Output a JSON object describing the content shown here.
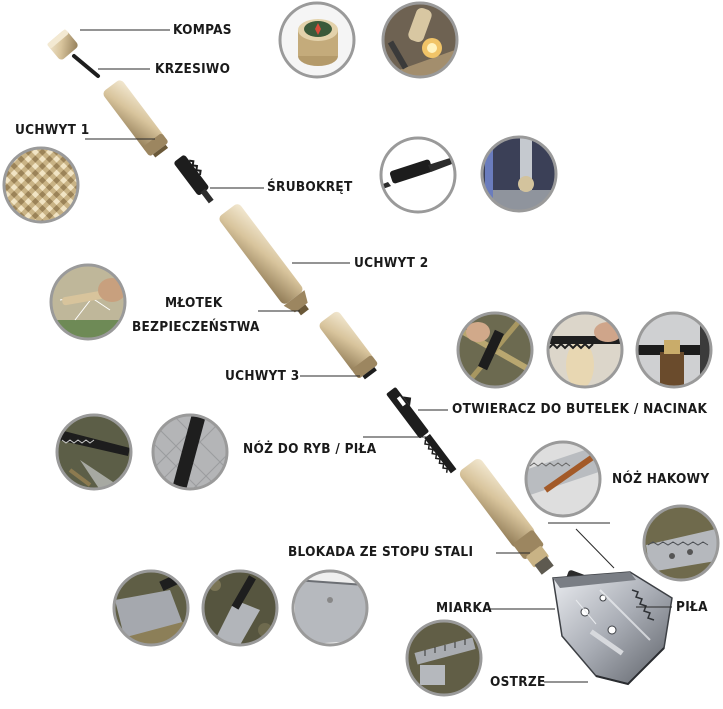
{
  "labels": {
    "kompas": "KOMPAS",
    "krzesiwo": "KRZESIWO",
    "uchwyt1": "UCHWYT 1",
    "srubokret": "ŚRUBOKRĘT",
    "uchwyt2": "UCHWYT 2",
    "mlotek_line1": "MŁOTEK",
    "mlotek_line2": "BEZPIECZEŃSTWA",
    "uchwyt3": "UCHWYT 3",
    "otwieracz": "OTWIERACZ DO BUTELEK / NACINAK",
    "noz_ryb": "NÓŻ DO RYB / PIŁA",
    "noz_hakowy": "NÓŻ HAKOWY",
    "blokada": "BLOKADA ZE STOPU STALI",
    "pila": "PIŁA",
    "miarka": "MIARKA",
    "ostrze": "OSTRZE"
  },
  "colors": {
    "gold_light": "#e9dcc0",
    "gold_mid": "#cdb78c",
    "gold_dark": "#8c7650",
    "steel_light": "#d9dbe0",
    "steel_mid": "#9ea3ab",
    "steel_dark": "#4a4d52",
    "black": "#1b1b1b",
    "line": "#2a2a2a",
    "circle_border": "#9a9a9a"
  },
  "icons": [
    "compass-photo-icon",
    "fire-starter-photo-icon",
    "knurled-grip-photo-icon",
    "screwdriver-bit-photo-icon",
    "screwdriver-in-use-photo-icon",
    "glass-hammer-photo-icon",
    "rope-cutter-photo-icon",
    "saw-on-wood-photo-icon",
    "bottle-opener-photo-icon",
    "fish-knife-photo-icon",
    "saw-blade-photo-icon",
    "hook-knife-photo-icon",
    "shovel-saw-photo-icon",
    "shovel-digging-photo-icon",
    "shovel-ground-photo-icon",
    "shovel-blade-photo-icon",
    "ruler-photo-icon"
  ]
}
